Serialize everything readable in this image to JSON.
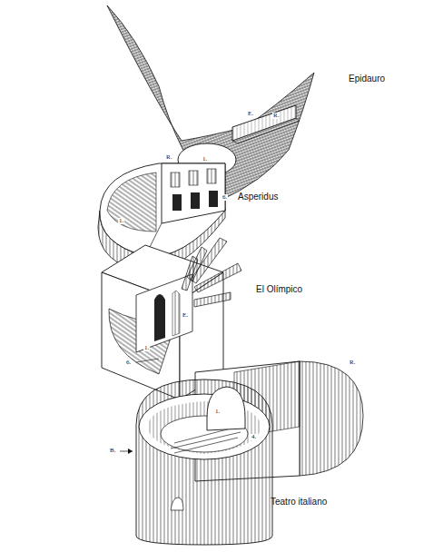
{
  "diagram": {
    "labels": [
      "Epidauro",
      "E.",
      "R.",
      "1.",
      "6.",
      "Asperidus",
      "R.",
      "1.",
      "El Olímpico",
      "E.",
      "1.",
      "6.",
      "Teatro italiano",
      "R.",
      "B.",
      "1.",
      "4."
    ]
  }
}
